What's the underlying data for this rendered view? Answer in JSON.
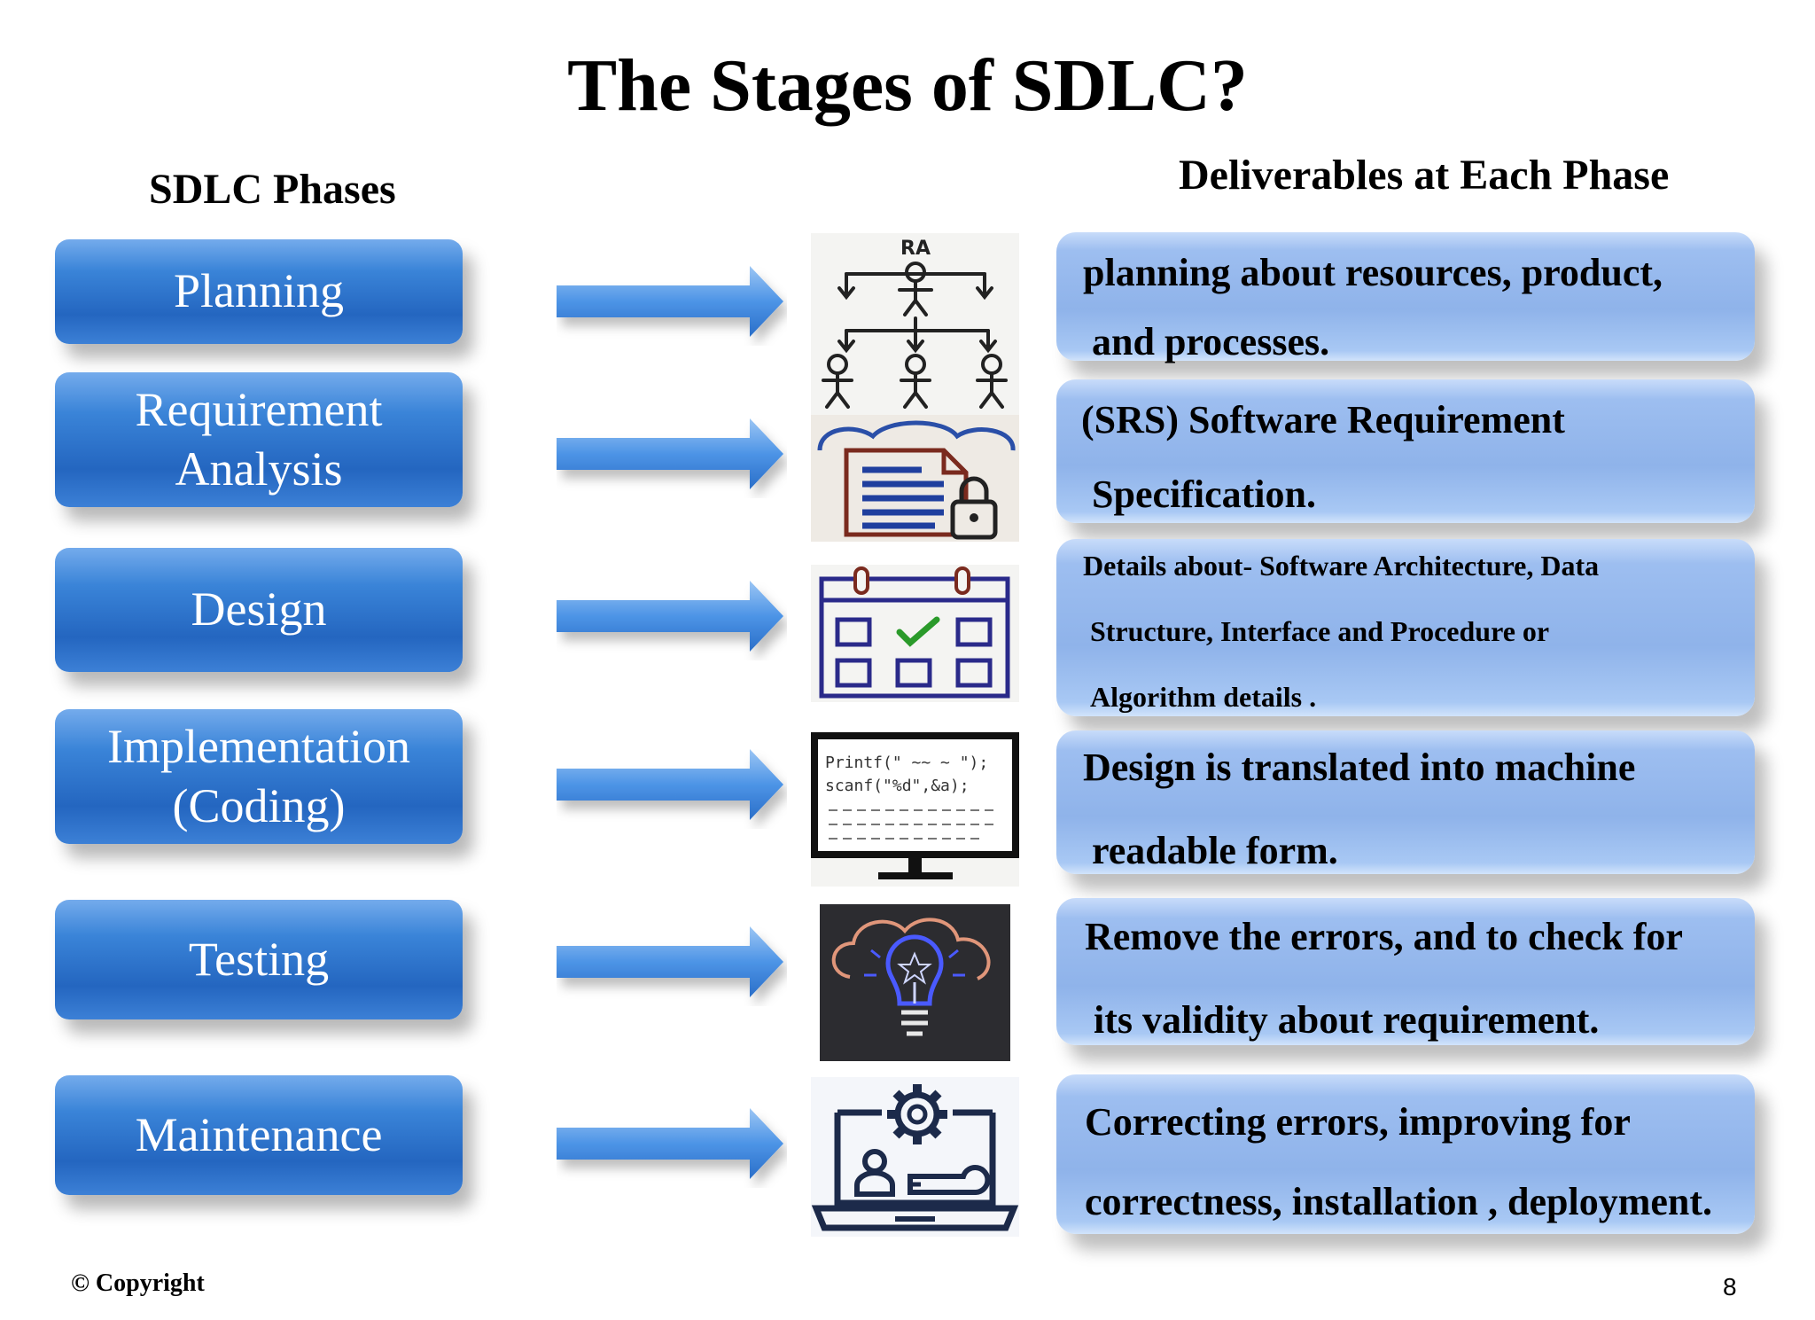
{
  "title": "The Stages of SDLC?",
  "left_heading": "SDLC Phases",
  "right_heading": "Deliverables at Each Phase",
  "phases": [
    {
      "lines": [
        "Planning"
      ]
    },
    {
      "lines": [
        "Requirement",
        "Analysis"
      ]
    },
    {
      "lines": [
        "Design"
      ]
    },
    {
      "lines": [
        "Implementation",
        "(Coding)"
      ]
    },
    {
      "lines": [
        "Testing"
      ]
    },
    {
      "lines": [
        "Maintenance"
      ]
    }
  ],
  "deliverables": [
    {
      "lines": [
        "planning about resources, product,",
        "and  processes."
      ]
    },
    {
      "lines": [
        "(SRS) Software Requirement",
        "Specification."
      ]
    },
    {
      "lines": [
        "Details about-  Software Architecture, Data",
        "Structure, Interface and Procedure or",
        "Algorithm details ."
      ]
    },
    {
      "lines": [
        "Design is translated into machine",
        "readable form."
      ]
    },
    {
      "lines": [
        "Remove the errors, and to check for",
        "its validity about requirement."
      ]
    },
    {
      "lines": [
        "Correcting errors, improving for",
        "correctness, installation , deployment."
      ]
    }
  ],
  "icons": {
    "ra_label": "RA",
    "code_line1": "Printf(\" ~~ ~ \");",
    "code_line2": "scanf(\"%d\",&a);"
  },
  "icon_names": [
    "org-chart-icon",
    "secure-document-icon",
    "calendar-check-icon",
    "code-monitor-icon",
    "lightbulb-cloud-icon",
    "laptop-maintenance-icon"
  ],
  "colors": {
    "phase_box": "#2466c0",
    "deliverable_box": "#8fb3ea",
    "arrow": "#4d94e6"
  },
  "footer": {
    "copyright": "© Copyright",
    "page_number": "8"
  }
}
